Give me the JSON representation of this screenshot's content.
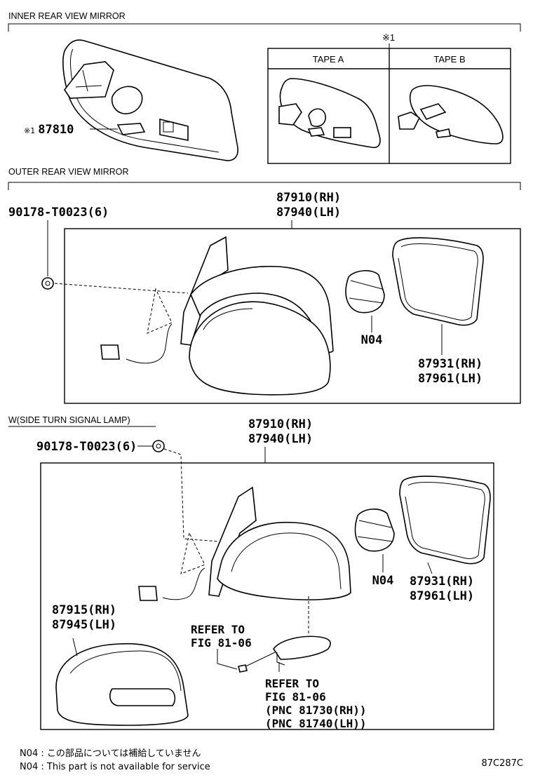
{
  "sections": {
    "inner": "INNER REAR VIEW MIRROR",
    "outer": "OUTER REAR VIEW MIRROR",
    "turn_signal": "W(SIDE TURN SIGNAL LAMP)"
  },
  "inner_mirror": {
    "part_mark": "※1",
    "part_number": "87810",
    "callout_mark": "※1",
    "tape_a": "TAPE A",
    "tape_b": "TAPE B"
  },
  "outer_mirror": {
    "bolt": "90178-T0023(6)",
    "assy_rh": "87910(RH)",
    "assy_lh": "87940(LH)",
    "motor": "N04",
    "glass_rh": "87931(RH)",
    "glass_lh": "87961(LH)"
  },
  "turn_signal_mirror": {
    "bolt": "90178-T0023(6)",
    "assy_rh": "87910(RH)",
    "assy_lh": "87940(LH)",
    "motor": "N04",
    "glass_rh": "87931(RH)",
    "glass_lh": "87961(LH)",
    "cover_rh": "87915(RH)",
    "cover_lh": "87945(LH)",
    "refer1_a": "REFER TO",
    "refer1_b": "FIG 81-06",
    "refer2_a": "REFER TO",
    "refer2_b": "FIG 81-06",
    "refer2_c": "(PNC 81730(RH))",
    "refer2_d": "(PNC 81740(LH))"
  },
  "footer": {
    "note_jp": "N04 :  この部品については補給していません",
    "note_en": "N04 :  This part is not available for service",
    "figure_code": "87C287C"
  }
}
